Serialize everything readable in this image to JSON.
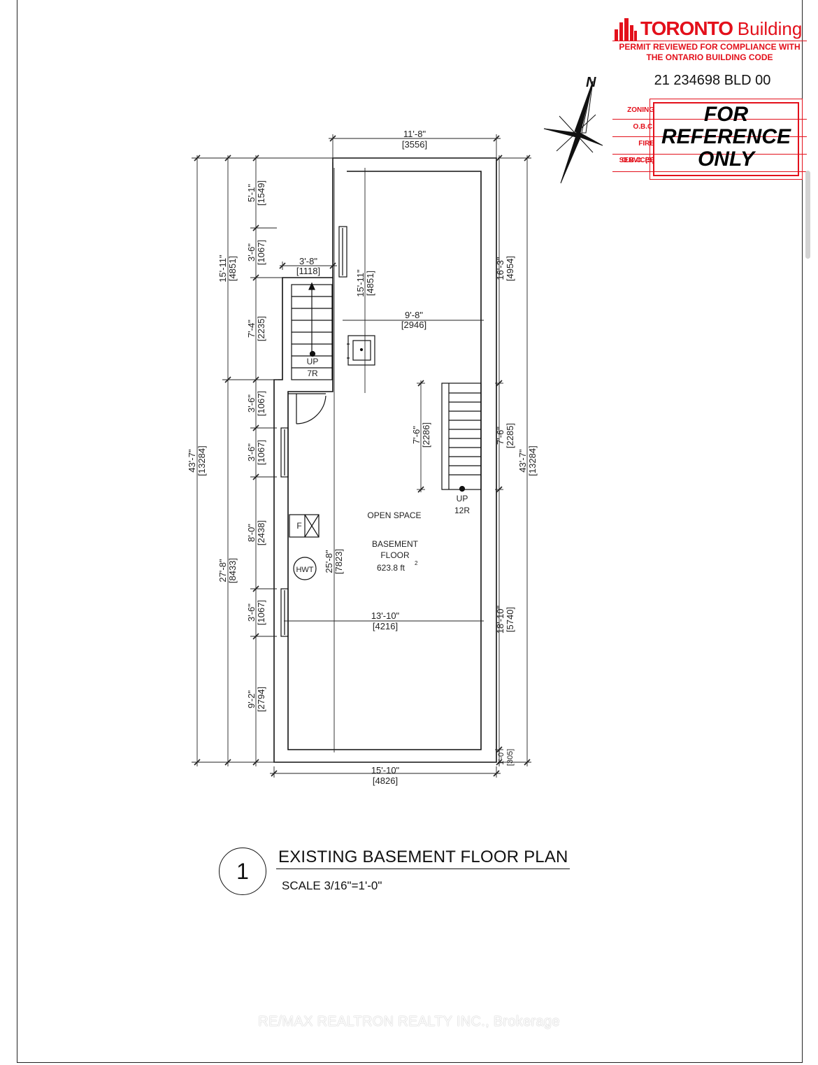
{
  "stamp": {
    "brand_name": "TORONTO",
    "brand_suffix": "Building",
    "permit_line1": "PERMIT REVIEWED FOR COMPLIANCE WITH",
    "permit_line2": "THE ONTARIO BUILDING CODE",
    "permit_number": "21 234698 BLD 00",
    "row_labels": [
      "ZONING",
      "O.B.C.",
      "FIRE SERVICES",
      "O.B.C. (S)"
    ],
    "reference_lines": [
      "FOR",
      "REFERENCE",
      "ONLY"
    ],
    "accent_color": "#e3101b"
  },
  "compass": {
    "north_label": "N"
  },
  "plan": {
    "dims": {
      "top_width": [
        "11'-8\"",
        "[3556]"
      ],
      "bottom_width": [
        "15'-10\"",
        "[4826]"
      ],
      "left_total": [
        "43'-7\"",
        "[13284]"
      ],
      "right_total": [
        "43'-7\"",
        "[13284]"
      ],
      "left_upper": [
        "15'-11\"",
        "[4851]"
      ],
      "left_lower": [
        "27'-8\"",
        "[8433]"
      ],
      "left_seg1": [
        "5'-1\"",
        "[1549]"
      ],
      "left_seg2": [
        "3'-6\"",
        "[1067]"
      ],
      "left_seg3": [
        "7'-4\"",
        "[2235]"
      ],
      "left_seg4": [
        "3'-6\"",
        "[1067]"
      ],
      "left_seg5": [
        "3'-6\"",
        "[1067]"
      ],
      "left_seg6": [
        "8'-0\"",
        "[2438]"
      ],
      "left_seg7": [
        "3'-6\"",
        "[1067]"
      ],
      "left_seg8": [
        "9'-2\"",
        "[2794]"
      ],
      "right_seg1": [
        "16'-3\"",
        "[4954]"
      ],
      "right_seg2": [
        "7'-6\"",
        "[2285]"
      ],
      "right_seg3": [
        "18'-10\"",
        "[5740]"
      ],
      "right_seg4": [
        "1'-0\"",
        "[305]"
      ],
      "stair_width": [
        "3'-8\"",
        "[1118]"
      ],
      "inner_upper_height": [
        "15'-11\"",
        "[4851]"
      ],
      "inner_upper_width": [
        "9'-8\"",
        "[2946]"
      ],
      "stair_run": [
        "7'-6\"",
        "[2286]"
      ],
      "inner_lower_height": [
        "25'-8\"",
        "[7823]"
      ],
      "inner_lower_width": [
        "13'-10\"",
        "[4216]"
      ]
    },
    "stair_left": {
      "up": "UP",
      "risers": "7R"
    },
    "stair_right": {
      "up": "UP",
      "risers": "12R"
    },
    "furnace_label": "F",
    "hwt_label": "HWT",
    "room_label": "OPEN SPACE",
    "floor_label_1": "BASEMENT",
    "floor_label_2": "FLOOR",
    "floor_area": "623.8 ft",
    "floor_area_sup": "2"
  },
  "title": {
    "number": "1",
    "main": "EXISTING BASEMENT FLOOR PLAN",
    "scale": "SCALE 3/16\"=1'-0\""
  },
  "watermark": "RE/MAX REALTRON REALTY INC., Brokerage"
}
